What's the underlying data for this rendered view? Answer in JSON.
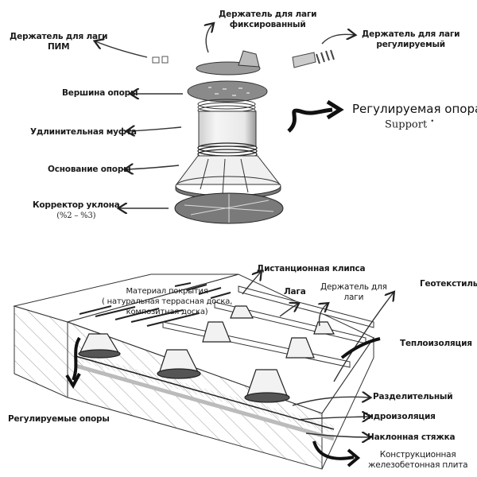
{
  "top_diagram": {
    "title": "Регулируемая опора",
    "subtitle": "Support",
    "subtitle_mark": "•",
    "labels": {
      "holder_fixed": [
        "Держатель для лаги",
        "фиксированный"
      ],
      "holder_pim": [
        "Держатель для лаги",
        "ПИМ"
      ],
      "holder_adjustable": [
        "Держатель для лаги",
        "регулируемый"
      ],
      "support_top": "Вершина опоры",
      "extension_coupling": "Удлинительная муфта",
      "support_base": "Основание опоры",
      "slope_corrector": "Корректор уклона",
      "slope_range": "(%2 – %3)"
    }
  },
  "bottom_diagram": {
    "labels": {
      "spacer_clip": "Дистанционная клипса",
      "covering_material": [
        "Материал покрытия",
        "( натуральная террасная доска,",
        "композитная доска)"
      ],
      "joist": "Лага",
      "joist_holder": [
        "Держатель для",
        "лаги"
      ],
      "geotextile": "Геотекстиль",
      "thermal_insulation": "Теплоизоляция",
      "adjustable_supports": "Регулируемые опоры",
      "separating_layer": "Разделительный",
      "waterproofing": "Гидроизоляция",
      "sloped_screed": "Наклонная стяжка",
      "concrete_slab": [
        "Конструкционная",
        "железобетонная плита"
      ]
    }
  }
}
